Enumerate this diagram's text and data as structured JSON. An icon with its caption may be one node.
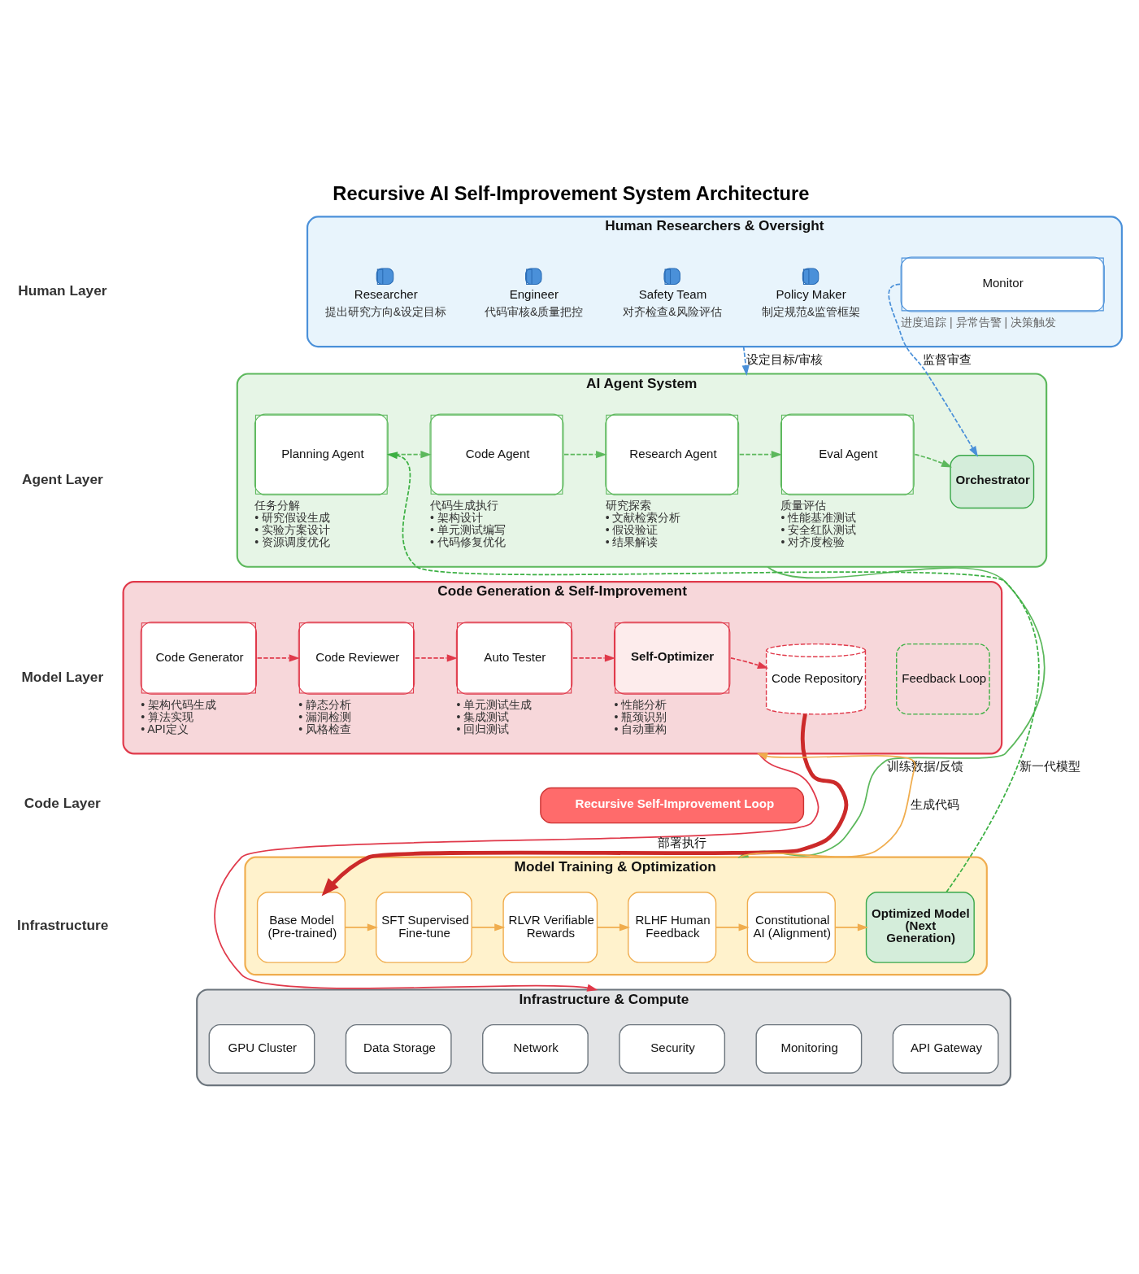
{
  "diagram": {
    "title": "Recursive AI Self-Improvement System Architecture",
    "nodes": [
      {
        "text": [
          "Human Researchers & Oversight"
        ]
      },
      {
        "text": [
          "Researcher"
        ],
        "beside": [
          "提出研究方向&设定目标"
        ],
        "in": 0
      },
      {
        "text": [
          "Engineer"
        ],
        "beside": [
          "代码审核&质量把控"
        ],
        "in": 0
      },
      {
        "text": [
          "Safety Team"
        ],
        "beside": [
          "对齐检查&风险评估"
        ],
        "in": 0
      },
      {
        "text": [
          "Policy Maker"
        ],
        "beside": [
          "制定规范&监管框架"
        ],
        "in": 0
      },
      {
        "text": [
          "Monitor"
        ],
        "beside": [
          "进度追踪 | 异常告警 | 决策触发"
        ],
        "in": 0
      },
      {
        "text": [
          "AI Agent System"
        ]
      },
      {
        "text": [
          "Planning Agent"
        ],
        "beside": [
          "任务分解",
          "• 研究假设生成",
          "• 实验方案设计",
          "• 资源调度优化"
        ],
        "in": 6
      },
      {
        "text": [
          "Code Agent"
        ],
        "beside": [
          "代码生成执行",
          "• 架构设计",
          "• 单元测试编写",
          "• 代码修复优化"
        ],
        "in": 6
      },
      {
        "text": [
          "Research Agent"
        ],
        "beside": [
          "研究探索",
          "• 文献检索分析",
          "• 假设验证",
          "• 结果解读"
        ],
        "in": 6
      },
      {
        "text": [
          "Eval Agent"
        ],
        "beside": [
          "质量评估",
          "• 性能基准测试",
          "• 安全红队测试",
          "• 对齐度检验"
        ],
        "in": 6
      },
      {
        "text": [
          "Orchestrator"
        ],
        "in": 6
      },
      {
        "text": [
          "Code Generation & Self-Improvement"
        ]
      },
      {
        "text": [
          "Code Generator"
        ],
        "beside": [
          "• 架构代码生成",
          "• 算法实现",
          "• API定义"
        ],
        "in": 12
      },
      {
        "text": [
          "Code Reviewer"
        ],
        "beside": [
          "• 静态分析",
          "• 漏洞检测",
          "• 风格检查"
        ],
        "in": 12
      },
      {
        "text": [
          "Auto Tester"
        ],
        "beside": [
          "• 单元测试生成",
          "• 集成测试",
          "• 回归测试"
        ],
        "in": 12
      },
      {
        "text": [
          "Self-Optimizer"
        ],
        "beside": [
          "• 性能分析",
          "• 瓶颈识别",
          "• 自动重构"
        ],
        "in": 12
      },
      {
        "text": [
          "Code Repository"
        ],
        "in": 12
      },
      {
        "text": [
          "Feedback Loop"
        ],
        "in": 12
      },
      {
        "text": [
          "Recursive Self-Improvement Loop"
        ]
      },
      {
        "text": [
          "Model Training & Optimization"
        ]
      },
      {
        "text": [
          "Base Model (Pre-trained)"
        ],
        "in": 20
      },
      {
        "text": [
          "SFT Supervised Fine-tune"
        ],
        "in": 20
      },
      {
        "text": [
          "RLVR Verifiable Rewards"
        ],
        "in": 20
      },
      {
        "text": [
          "RLHF Human Feedback"
        ],
        "in": 20
      },
      {
        "text": [
          "Constitutional AI (Alignment)"
        ],
        "in": 20
      },
      {
        "text": [
          "Optimized Model (Next Generation)"
        ],
        "in": 20
      },
      {
        "text": [
          "Infrastructure & Compute"
        ]
      },
      {
        "text": [
          "GPU Cluster"
        ],
        "in": 27
      },
      {
        "text": [
          "Data Storage"
        ],
        "in": 27
      },
      {
        "text": [
          "Network"
        ],
        "in": 27
      },
      {
        "text": [
          "Security"
        ],
        "in": 27
      },
      {
        "text": [
          "Monitoring"
        ],
        "in": 27
      },
      {
        "text": [
          "API Gateway"
        ],
        "in": 27
      }
    ],
    "edges": [
      {
        "from": 0,
        "to": 6,
        "arrow": "to",
        "label": "设定目标/审核",
        "style": "dashed",
        "color": "#4a90d9"
      },
      {
        "from": 5,
        "to": 11,
        "arrow": "to",
        "label": "监督审查",
        "style": "dashed",
        "color": "#4a90d9"
      },
      {
        "from": 7,
        "to": 8,
        "arrow": "to",
        "style": "dashed",
        "color": "#5cb85c"
      },
      {
        "from": 8,
        "to": 9,
        "arrow": "to",
        "style": "dashed",
        "color": "#5cb85c"
      },
      {
        "from": 9,
        "to": 10,
        "arrow": "to",
        "style": "dashed",
        "color": "#5cb85c"
      },
      {
        "from": 10,
        "to": 11,
        "arrow": "to",
        "style": "dashed",
        "color": "#5cb85c"
      },
      {
        "from": 26,
        "to": 7,
        "arrow": "to",
        "label": "新一代模型",
        "style": "dashed",
        "color": "#3cb043"
      },
      {
        "from": 6,
        "to": 20,
        "arrow": "to",
        "label": "训练数据/反馈",
        "color": "#5cb85c"
      },
      {
        "from": 20,
        "to": 12,
        "arrow": "to",
        "label": "生成代码",
        "color": "#f0ad4e"
      },
      {
        "from": 12,
        "to": 27,
        "arrow": "to",
        "label": "部署执行",
        "color": "#e0394a"
      },
      {
        "from": 13,
        "to": 14,
        "arrow": "to",
        "style": "dashed",
        "color": "#e0394a"
      },
      {
        "from": 14,
        "to": 15,
        "arrow": "to",
        "style": "dashed",
        "color": "#e0394a"
      },
      {
        "from": 15,
        "to": 16,
        "arrow": "to",
        "style": "dashed",
        "color": "#e0394a"
      },
      {
        "from": 16,
        "to": 17,
        "arrow": "to",
        "style": "dashed",
        "color": "#e0394a"
      },
      {
        "from": 17,
        "to": 21,
        "arrow": "to",
        "style": "thick",
        "color": "#cc2a2a"
      },
      {
        "from": 21,
        "to": 22,
        "arrow": "to",
        "color": "#f0ad4e"
      },
      {
        "from": 22,
        "to": 23,
        "arrow": "to",
        "color": "#f0ad4e"
      },
      {
        "from": 23,
        "to": 24,
        "arrow": "to",
        "color": "#f0ad4e"
      },
      {
        "from": 24,
        "to": 25,
        "arrow": "to",
        "color": "#f0ad4e"
      },
      {
        "from": 25,
        "to": 26,
        "arrow": "to",
        "color": "#f0ad4e"
      }
    ],
    "labels": [
      "Human Layer",
      "Agent Layer",
      "Model Layer",
      "Code Layer",
      "Infrastructure"
    ]
  }
}
